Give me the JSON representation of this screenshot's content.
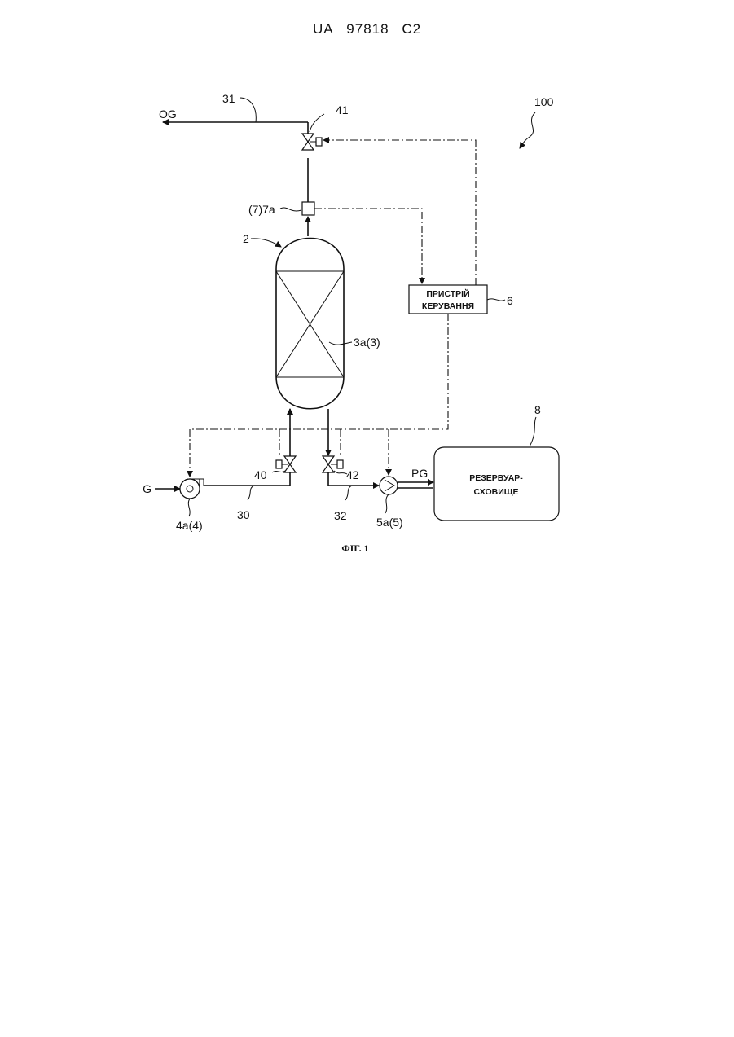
{
  "header": {
    "country": "UA",
    "number": "97818",
    "kind": "C2"
  },
  "diagram": {
    "ref_system": "100",
    "label_og": "OG",
    "label_g": "G",
    "label_pg": "PG",
    "label_31": "31",
    "label_41": "41",
    "label_7a": "(7)7a",
    "label_2": "2",
    "label_3a": "3a(3)",
    "label_6": "6",
    "label_8": "8",
    "label_40": "40",
    "label_42": "42",
    "label_30": "30",
    "label_32": "32",
    "label_4a": "4a(4)",
    "label_5a": "5a(5)",
    "control_line1": "ПРИСТРІЙ",
    "control_line2": "КЕРУВАННЯ",
    "tank_line1": "РЕЗЕРВУАР-",
    "tank_line2": "СХОВИЩЕ",
    "caption": "ФІГ. 1"
  }
}
